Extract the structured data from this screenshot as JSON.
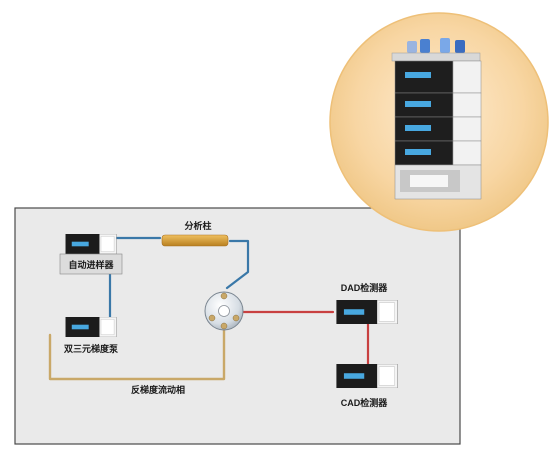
{
  "labels": {
    "column": "分析柱",
    "autosampler": "自动进样器",
    "pump": "双三元梯度泵",
    "inverse_gradient": "反梯度流动相",
    "dad": "DAD检测器",
    "cad": "CAD检测器"
  },
  "colors": {
    "panel_bg": "#eaeaea",
    "panel_border": "#4a4a4a",
    "line_blue": "#3a78a8",
    "line_red": "#c84040",
    "line_gold": "#c9a868",
    "column": "#d8a040",
    "circle_bg": "#f8d8a8",
    "module_dark": "#1c1c1c",
    "module_screen": "#48a8e0"
  },
  "icons": [
    "hplc-module-icon",
    "column-icon",
    "switching-valve-icon",
    "hplc-system-photo"
  ]
}
